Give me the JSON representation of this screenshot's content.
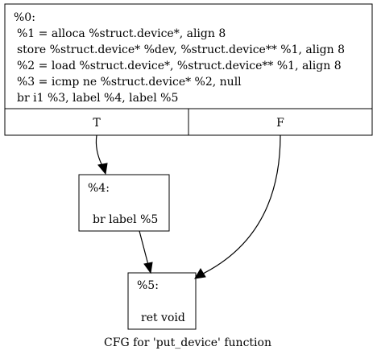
{
  "title": "CFG for 'put_device' function",
  "nodes": {
    "entry": {
      "header": "%0:",
      "lines": [
        "%1 = alloca %struct.device*, align 8",
        "store %struct.device* %dev, %struct.device** %1, align 8",
        "%2 = load %struct.device*, %struct.device** %1, align 8",
        "%3 = icmp ne %struct.device* %2, null",
        "br i1 %3, label %4, label %5"
      ],
      "true_label": "T",
      "false_label": "F"
    },
    "bb4": {
      "header": "%4:",
      "lines": [
        "br label %5"
      ]
    },
    "bb5": {
      "header": "%5:",
      "lines": [
        "ret void"
      ]
    }
  },
  "colors": {
    "stroke": "#000000",
    "background": "#ffffff"
  }
}
